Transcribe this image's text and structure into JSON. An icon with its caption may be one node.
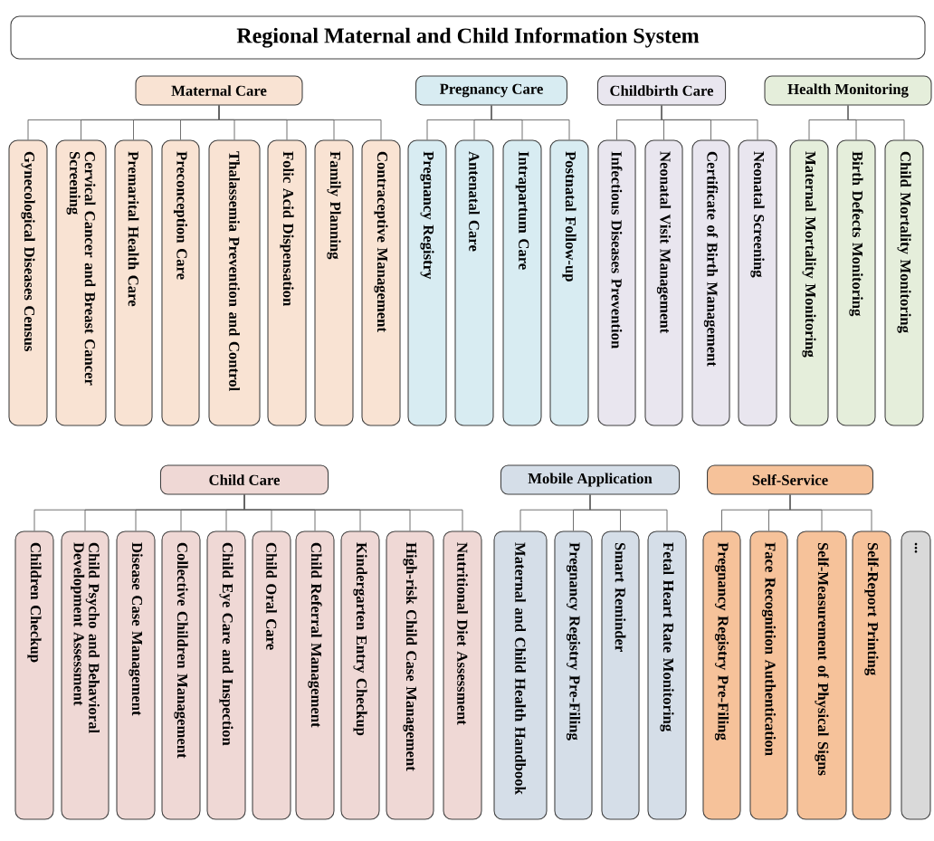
{
  "diagram": {
    "nodes": [
      {
        "text": [
          "Regional Maternal and Child Information System"
        ]
      },
      {
        "text": [
          "Maternal Care"
        ]
      },
      {
        "text": [
          "Gynecological Diseases Census"
        ]
      },
      {
        "text": [
          "Cervical Cancer and Breast Cancer Screening"
        ]
      },
      {
        "text": [
          "Premarital Health Care"
        ]
      },
      {
        "text": [
          "Preconception Care"
        ]
      },
      {
        "text": [
          "Thalassemia Prevention and Control"
        ]
      },
      {
        "text": [
          "Folic Acid Dispensation"
        ]
      },
      {
        "text": [
          "Family Planning"
        ]
      },
      {
        "text": [
          "Contraceptive Management"
        ]
      },
      {
        "text": [
          "Pregnancy Care"
        ]
      },
      {
        "text": [
          "Pregnancy Registry"
        ]
      },
      {
        "text": [
          "Antenatal Care"
        ]
      },
      {
        "text": [
          "Intrapartum Care"
        ]
      },
      {
        "text": [
          "Postnatal Follow-up"
        ]
      },
      {
        "text": [
          "Childbirth Care"
        ]
      },
      {
        "text": [
          "Infectious Diseases Prevention"
        ]
      },
      {
        "text": [
          "Neonatal Visit Management"
        ]
      },
      {
        "text": [
          "Certificate of Birth Management"
        ]
      },
      {
        "text": [
          "Neonatal Screening"
        ]
      },
      {
        "text": [
          "Health Monitoring"
        ]
      },
      {
        "text": [
          "Maternal Mortality Monitoring"
        ]
      },
      {
        "text": [
          "Birth Defects Monitoring"
        ]
      },
      {
        "text": [
          "Child Mortality Monitoring"
        ]
      },
      {
        "text": [
          "Child Care"
        ]
      },
      {
        "text": [
          "Children Checkup"
        ]
      },
      {
        "text": [
          "Child Psycho and Behavioral Development Assessment"
        ]
      },
      {
        "text": [
          "Disease Case Management"
        ]
      },
      {
        "text": [
          "Collective Children Management"
        ]
      },
      {
        "text": [
          "Child Eye Care and Inspection"
        ]
      },
      {
        "text": [
          "Child Oral Care"
        ]
      },
      {
        "text": [
          "Child Referral Management"
        ]
      },
      {
        "text": [
          "Kindergarten Entry Checkup"
        ]
      },
      {
        "text": [
          "High-risk Child Case Management"
        ]
      },
      {
        "text": [
          "Nutritional Diet Assessment"
        ]
      },
      {
        "text": [
          "Mobile Application"
        ]
      },
      {
        "text": [
          "Maternal and Child Health Handbook"
        ]
      },
      {
        "text": [
          "Pregnancy Registry Pre-Filing"
        ]
      },
      {
        "text": [
          "Smart Reminder"
        ]
      },
      {
        "text": [
          "Fetal Heart Rate Monitoring"
        ]
      },
      {
        "text": [
          "Self-Service"
        ]
      },
      {
        "text": [
          "Pregnancy Registry Pre-Filing"
        ]
      },
      {
        "text": [
          "Face Recognition Authentication"
        ]
      },
      {
        "text": [
          "Self-Measurement of Physical Signs"
        ]
      },
      {
        "text": [
          "Self-Report Printing"
        ]
      },
      {
        "text": [
          "..."
        ]
      }
    ],
    "edges": [
      {
        "from": 1,
        "to": 2,
        "arrow": "none"
      },
      {
        "from": 1,
        "to": 3,
        "arrow": "none"
      },
      {
        "from": 1,
        "to": 4,
        "arrow": "none"
      },
      {
        "from": 1,
        "to": 5,
        "arrow": "none"
      },
      {
        "from": 1,
        "to": 6,
        "arrow": "none"
      },
      {
        "from": 1,
        "to": 7,
        "arrow": "none"
      },
      {
        "from": 1,
        "to": 8,
        "arrow": "none"
      },
      {
        "from": 1,
        "to": 9,
        "arrow": "none"
      },
      {
        "from": 10,
        "to": 11,
        "arrow": "none"
      },
      {
        "from": 10,
        "to": 12,
        "arrow": "none"
      },
      {
        "from": 10,
        "to": 13,
        "arrow": "none"
      },
      {
        "from": 10,
        "to": 14,
        "arrow": "none"
      },
      {
        "from": 15,
        "to": 16,
        "arrow": "none"
      },
      {
        "from": 15,
        "to": 17,
        "arrow": "none"
      },
      {
        "from": 15,
        "to": 18,
        "arrow": "none"
      },
      {
        "from": 15,
        "to": 19,
        "arrow": "none"
      },
      {
        "from": 20,
        "to": 21,
        "arrow": "none"
      },
      {
        "from": 20,
        "to": 22,
        "arrow": "none"
      },
      {
        "from": 20,
        "to": 23,
        "arrow": "none"
      },
      {
        "from": 24,
        "to": 25,
        "arrow": "none"
      },
      {
        "from": 24,
        "to": 26,
        "arrow": "none"
      },
      {
        "from": 24,
        "to": 27,
        "arrow": "none"
      },
      {
        "from": 24,
        "to": 28,
        "arrow": "none"
      },
      {
        "from": 24,
        "to": 29,
        "arrow": "none"
      },
      {
        "from": 24,
        "to": 30,
        "arrow": "none"
      },
      {
        "from": 24,
        "to": 31,
        "arrow": "none"
      },
      {
        "from": 24,
        "to": 32,
        "arrow": "none"
      },
      {
        "from": 24,
        "to": 33,
        "arrow": "none"
      },
      {
        "from": 24,
        "to": 34,
        "arrow": "none"
      },
      {
        "from": 35,
        "to": 36,
        "arrow": "none"
      },
      {
        "from": 35,
        "to": 37,
        "arrow": "none"
      },
      {
        "from": 35,
        "to": 38,
        "arrow": "none"
      },
      {
        "from": 35,
        "to": 39,
        "arrow": "none"
      },
      {
        "from": 40,
        "to": 41,
        "arrow": "none"
      },
      {
        "from": 40,
        "to": 42,
        "arrow": "none"
      },
      {
        "from": 40,
        "to": 43,
        "arrow": "none"
      },
      {
        "from": 40,
        "to": 44,
        "arrow": "none"
      }
    ]
  }
}
